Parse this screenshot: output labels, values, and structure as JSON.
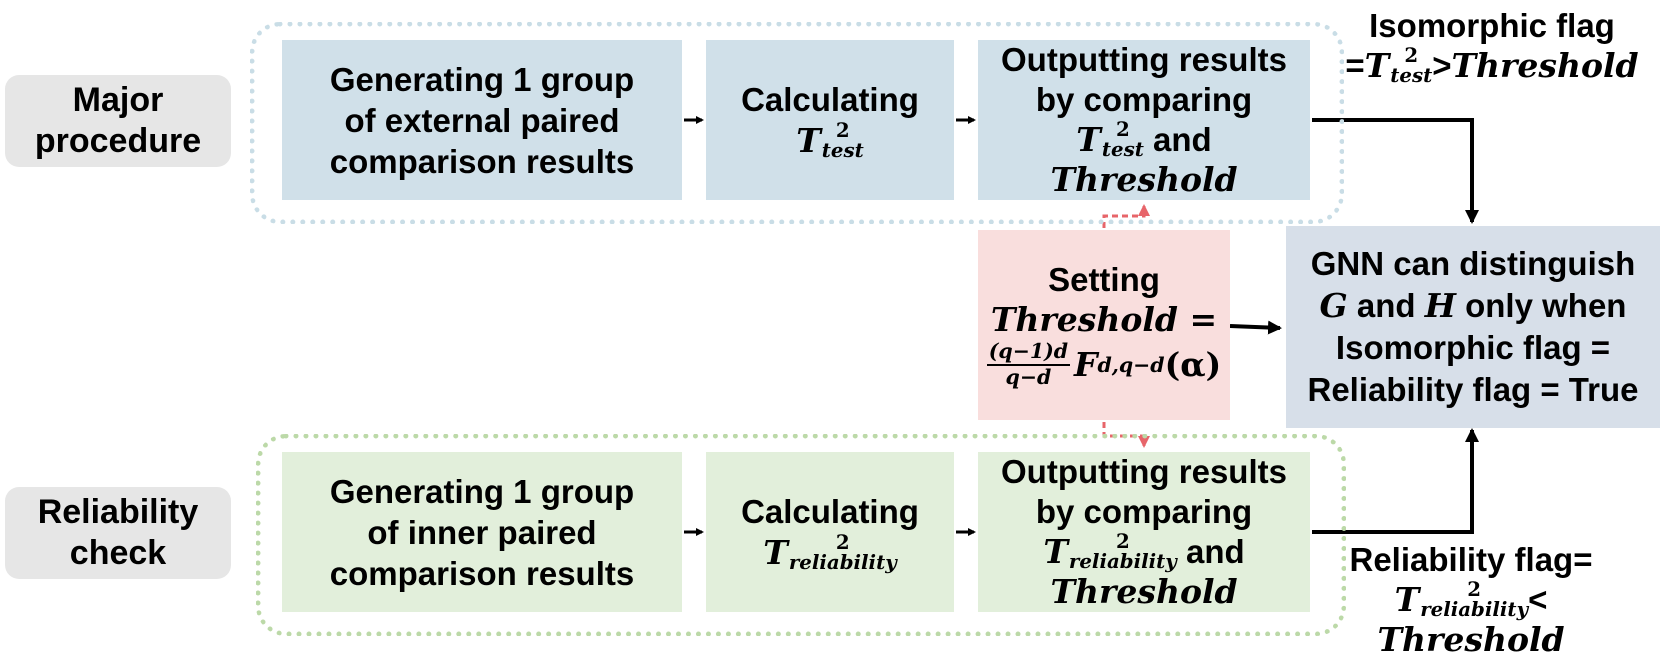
{
  "colors": {
    "major_box": "#d0e0e9",
    "reliability_box": "#e2efdb",
    "threshold_box": "#f9dedd",
    "result_box": "#d7dfe9",
    "major_frame": "#c9dde6",
    "reliability_frame": "#bcd9a8",
    "red_arrow": "#e7656a",
    "black_arrow": "#000000"
  },
  "row_labels": {
    "major": [
      "Major",
      "procedure"
    ],
    "reliability": [
      "Reliability",
      "check"
    ]
  },
  "major": {
    "step1": [
      "Generating 1 group",
      "of external paired",
      "comparison results"
    ],
    "step2": {
      "word": "Calculating",
      "sym": "T",
      "sup": "2",
      "sub": "test"
    },
    "step3": {
      "line1": "Outputting results",
      "line2": "by comparing",
      "sym": "T",
      "sup": "2",
      "sub": "test",
      "and": "and",
      "threshold": "Threshold"
    }
  },
  "reliability": {
    "step1": [
      "Generating 1 group",
      "of inner paired",
      "comparison results"
    ],
    "step2": {
      "word": "Calculating",
      "sym": "T",
      "sup": "2",
      "sub": "reliability"
    },
    "step3": {
      "line1": "Outputting results",
      "line2": "by comparing",
      "sym": "T",
      "sup": "2",
      "sub": "reliability",
      "and": "and",
      "threshold": "Threshold"
    }
  },
  "threshold_box": {
    "line1": "Setting",
    "line2": "Threshold =",
    "frac_num": "(q−1)d",
    "frac_den": "q−d",
    "F": "F",
    "F_sub": "d,q−d",
    "alpha": "(α)"
  },
  "result_box": {
    "line1": "GNN can distinguish",
    "G": "G",
    "and": "and",
    "H": "H",
    "only_when": "only when",
    "line3": "Isomorphic flag =",
    "line4": "Reliability flag = True"
  },
  "isomorphic_flag": {
    "line1": "Isomorphic flag",
    "eq": "=",
    "sym": "T",
    "sup": "2",
    "sub": "test",
    "op": ">",
    "threshold": "Threshold"
  },
  "reliability_flag": {
    "line1": "Reliability flag=",
    "sym": "T",
    "sup": "2",
    "sub": "reliability",
    "op": "<",
    "threshold": "Threshold"
  }
}
